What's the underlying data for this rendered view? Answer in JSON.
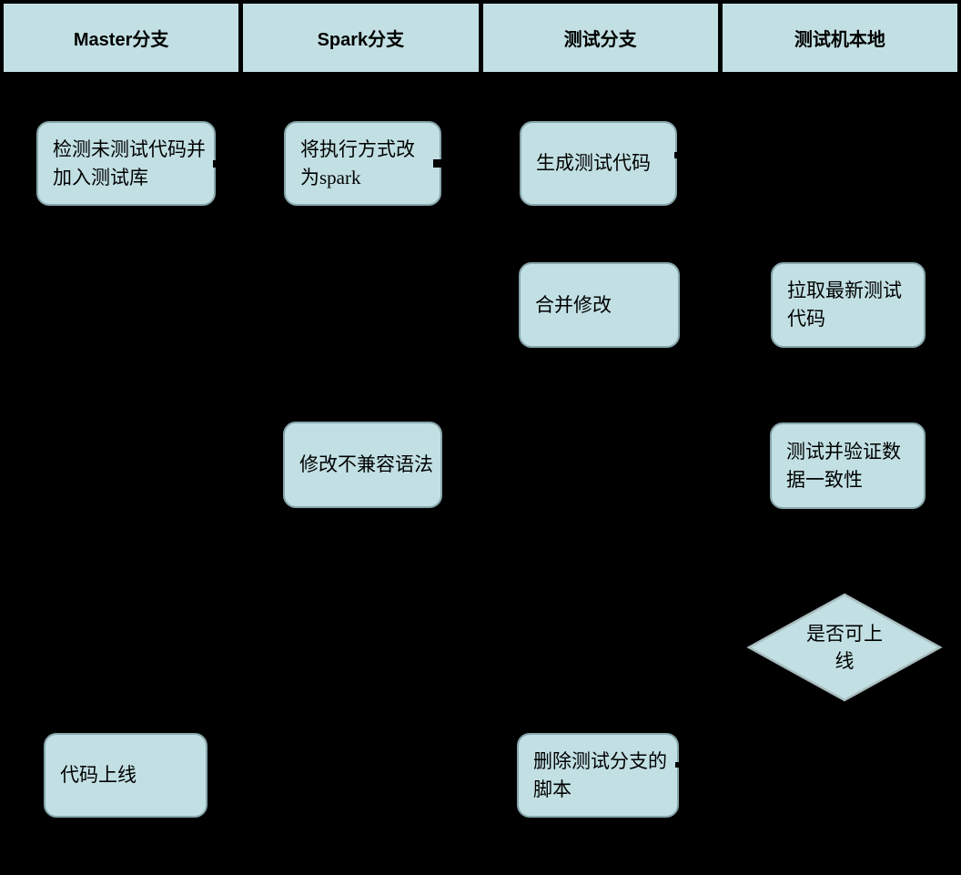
{
  "colors": {
    "background": "#000000",
    "node_fill": "#c2e0e3",
    "node_border": "#87a6ab",
    "lane_header_fill": "#c2e0e3",
    "text": "#000000"
  },
  "lanes": [
    {
      "label": "Master分支"
    },
    {
      "label": "Spark分支"
    },
    {
      "label": "测试分支"
    },
    {
      "label": "测试机本地"
    }
  ],
  "nodes": [
    {
      "id": "detect-untested",
      "lane": "Master分支",
      "shape": "rounded-rect",
      "label": "检测未测试代码并加入测试库"
    },
    {
      "id": "switch-to-spark",
      "lane": "Spark分支",
      "shape": "rounded-rect",
      "label": "将执行方式改为spark"
    },
    {
      "id": "generate-test",
      "lane": "测试分支",
      "shape": "rounded-rect",
      "label": "生成测试代码"
    },
    {
      "id": "merge-changes",
      "lane": "测试分支",
      "shape": "rounded-rect",
      "label": "合并修改"
    },
    {
      "id": "pull-latest",
      "lane": "测试机本地",
      "shape": "rounded-rect",
      "label": "拉取最新测试代码"
    },
    {
      "id": "fix-syntax",
      "lane": "Spark分支",
      "shape": "rounded-rect",
      "label": "修改不兼容语法"
    },
    {
      "id": "verify-data",
      "lane": "测试机本地",
      "shape": "rounded-rect",
      "label": "测试并验证数据一致性"
    },
    {
      "id": "can-go-live",
      "lane": "测试机本地",
      "shape": "diamond",
      "label": "是否可上线"
    },
    {
      "id": "code-online",
      "lane": "Master分支",
      "shape": "rounded-rect",
      "label": "代码上线"
    },
    {
      "id": "delete-branch",
      "lane": "测试分支",
      "shape": "rounded-rect",
      "label": "删除测试分支的脚本"
    }
  ]
}
